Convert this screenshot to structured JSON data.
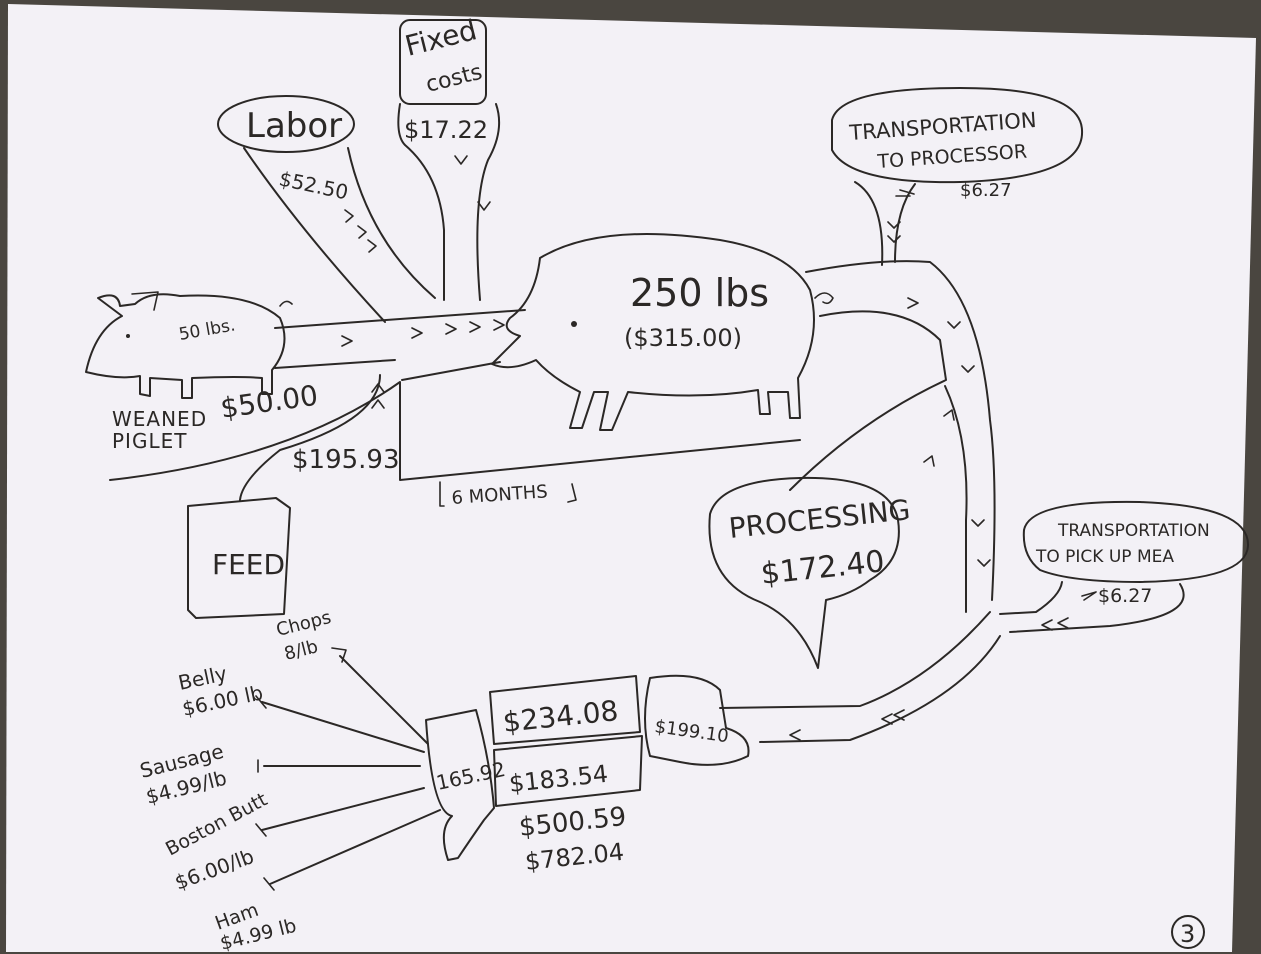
{
  "nodes": {
    "labor": {
      "label": "Labor",
      "cost": "$52.50"
    },
    "fixed_costs": {
      "label_line1": "Fixed",
      "label_line2": "costs",
      "cost": "$17.22"
    },
    "transport_processor": {
      "label_line1": "TRANSPORTATION",
      "label_line2": "TO PROCESSOR",
      "cost": "$6.27"
    },
    "piglet": {
      "weight": "50 lbs.",
      "label_line1": "WEANED",
      "label_line2": "PIGLET",
      "cost": "$50.00"
    },
    "pig": {
      "weight": "250 lbs",
      "value": "($315.00)"
    },
    "feed": {
      "label": "FEED",
      "cost": "$195.93"
    },
    "duration": {
      "label": "6 MONTHS"
    },
    "processing": {
      "label": "PROCESSING",
      "cost": "$172.40"
    },
    "transport_pickup": {
      "label_line1": "TRANSPORTATION",
      "label_line2": "TO PICK UP MEA",
      "cost": "$6.27"
    }
  },
  "outputs": {
    "box_left": "165.92",
    "box_top": "$234.08",
    "box_mid": "$183.54",
    "box_right": "$199.10",
    "total_1": "$500.59",
    "total_2": "$782.04"
  },
  "cuts": [
    {
      "name": "Chops",
      "price": "8/lb"
    },
    {
      "name": "Belly",
      "price": "$6.00 lb"
    },
    {
      "name": "Sausage",
      "price": "$4.99/lb"
    },
    {
      "name": "Boston Butt",
      "price": "$6.00/lb"
    },
    {
      "name": "Ham",
      "price": "$4.99 lb"
    }
  ],
  "page_number": "3"
}
